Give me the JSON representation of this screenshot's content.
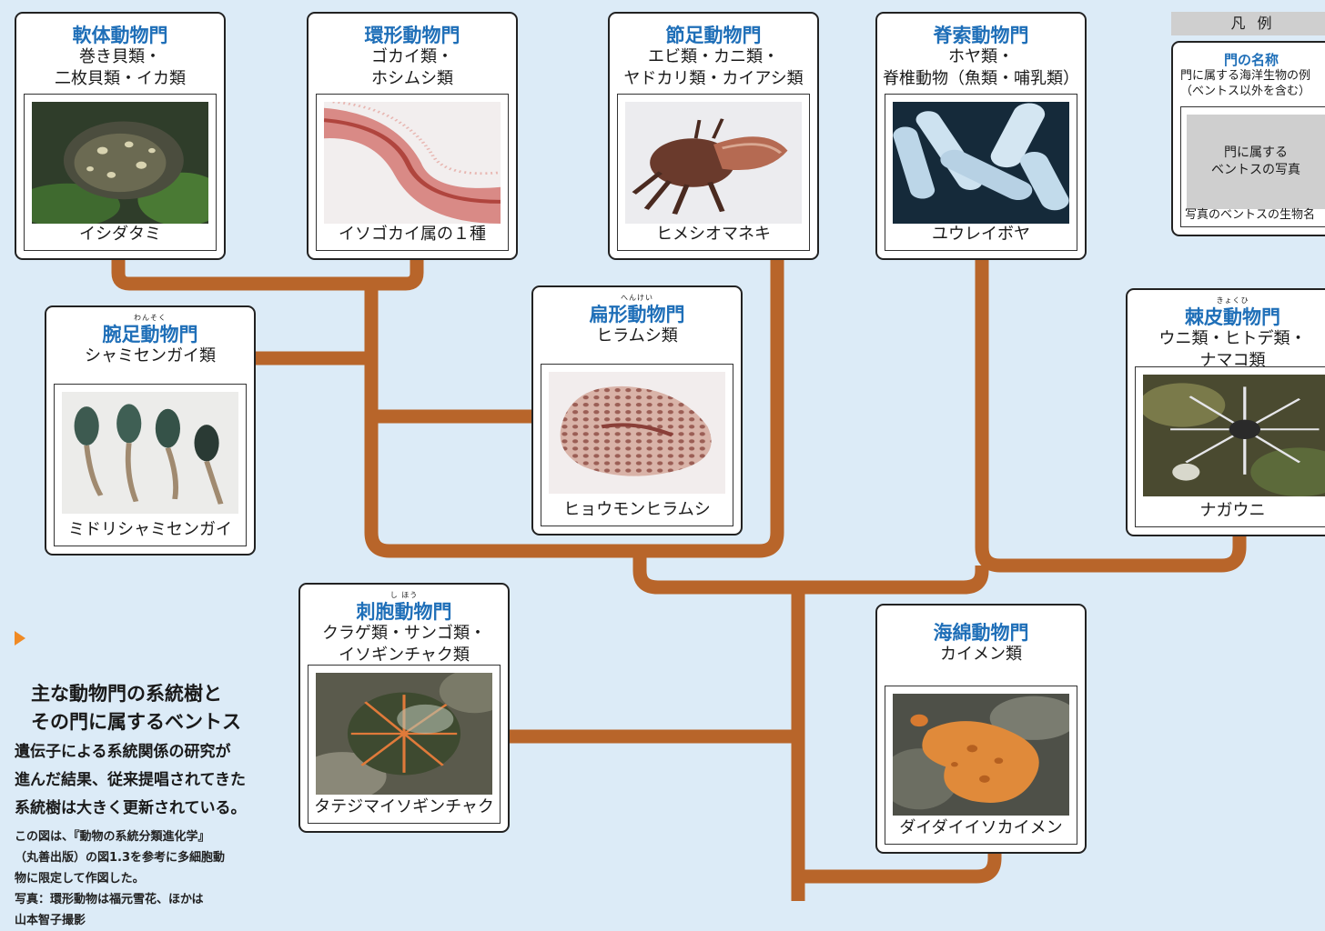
{
  "colors": {
    "branch": "#b8652a",
    "title": "#1f6fb8",
    "background": "#dcebf7",
    "accent": "#f08a24"
  },
  "cards": {
    "mollusca": {
      "title": "軟体動物門",
      "desc": "巻き貝類・\n二枚貝類・イカ類",
      "caption": "イシダタミ"
    },
    "annelida": {
      "title": "環形動物門",
      "desc": "ゴカイ類・\nホシムシ類",
      "caption": "イソゴカイ属の１種"
    },
    "arthropoda": {
      "title": "節足動物門",
      "desc": "エビ類・カニ類・\nヤドカリ類・カイアシ類",
      "caption": "ヒメシオマネキ"
    },
    "chordata": {
      "title": "脊索動物門",
      "desc": "ホヤ類・\n脊椎動物（魚類・哺乳類）",
      "caption": "ユウレイボヤ"
    },
    "brachiopoda": {
      "ruby": "わんそく",
      "title": "腕足動物門",
      "desc": "シャミセンガイ類",
      "caption": "ミドリシャミセンガイ"
    },
    "platyhelminthes": {
      "ruby": "へんけい",
      "title": "扁形動物門",
      "desc": "ヒラムシ類",
      "caption": "ヒョウモンヒラムシ"
    },
    "echinodermata": {
      "ruby": "きょくひ",
      "title": "棘皮動物門",
      "desc": "ウニ類・ヒトデ類・\nナマコ類",
      "caption": "ナガウニ"
    },
    "cnidaria": {
      "ruby": "し ほう",
      "title": "刺胞動物門",
      "desc": "クラゲ類・サンゴ類・\nイソギンチャク類",
      "caption": "タテジマイソギンチャク"
    },
    "porifera": {
      "title": "海綿動物門",
      "desc": "カイメン類",
      "caption": "ダイダイイソカイメン"
    }
  },
  "legend": {
    "header": "凡 例",
    "title": "門の名称",
    "desc": "門に属する海洋生物の例\n（ベントス以外を含む）",
    "photo_label": "門に属する\nベントスの写真",
    "caption": "写真のベントスの生物名"
  },
  "side": {
    "heading": "主な動物門の系統樹と\nその門に属するベントス",
    "body": "遺伝子による系統関係の研究が\n進んだ結果、従来提唱されてきた\n系統樹は大きく更新されている。",
    "note": "この図は、『動物の系統分類進化学』\n（丸善出版）の図1.3を参考に多細胞動\n物に限定して作図した。\n写真：環形動物は福元雪花、ほかは\n山本智子撮影"
  }
}
